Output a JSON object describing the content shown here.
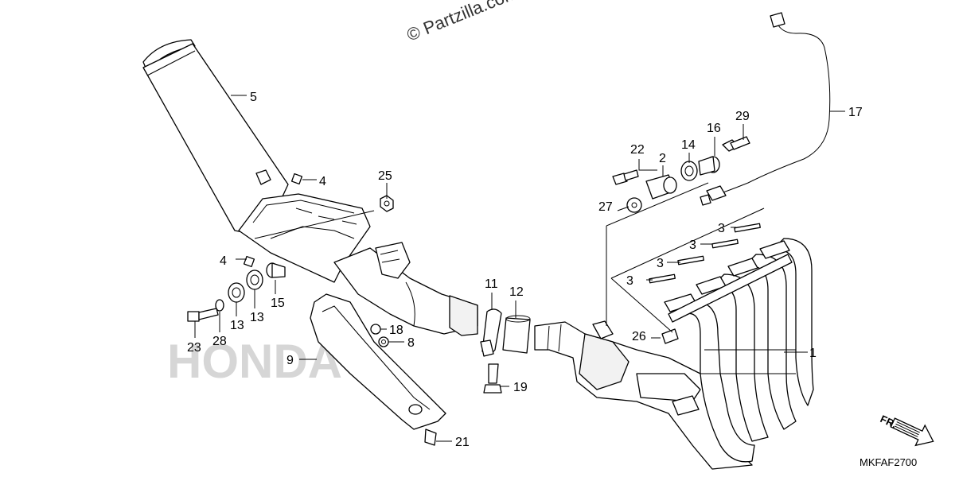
{
  "watermark": "© Partzilla.com",
  "background_word": "HONDA",
  "diagram_code": "MKFAF2700",
  "direction_label": "FR.",
  "callouts": {
    "c1": "1",
    "c2": "2",
    "c3a": "3",
    "c3b": "3",
    "c3c": "3",
    "c3d": "3",
    "c4a": "4",
    "c4b": "4",
    "c5": "5",
    "c8": "8",
    "c9": "9",
    "c11": "11",
    "c12": "12",
    "c13a": "13",
    "c13b": "13",
    "c14": "14",
    "c15": "15",
    "c16": "16",
    "c17": "17",
    "c18": "18",
    "c19": "19",
    "c21": "21",
    "c22": "22",
    "c23": "23",
    "c25": "25",
    "c26": "26",
    "c27": "27",
    "c28": "28",
    "c29": "29"
  }
}
